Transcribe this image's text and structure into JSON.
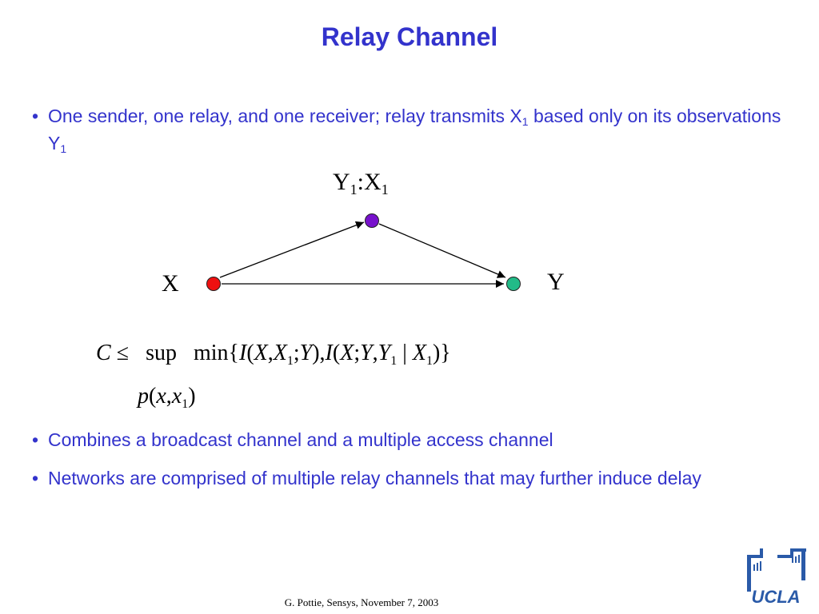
{
  "title": "Relay Channel",
  "bullets": [
    {
      "marker": "•",
      "parts": [
        "One sender, one relay, and one receiver; relay transmits X",
        "1",
        " based only on its observations Y",
        "1"
      ]
    },
    {
      "marker": "•",
      "text": "Combines a broadcast channel and a multiple access channel"
    },
    {
      "marker": "•",
      "text": "Networks are comprised of multiple relay channels that may further induce delay"
    }
  ],
  "diagram": {
    "relay_label": {
      "main1": "Y",
      "sub1": "1",
      "sep": ":",
      "main2": "X",
      "sub2": "1"
    },
    "sender_label": "X",
    "receiver_label": "Y",
    "node_colors": {
      "sender": "#ee1111",
      "relay": "#7711cc",
      "receiver": "#22bb88"
    }
  },
  "formula": {
    "C": "C",
    "leq": "≤",
    "sup": "sup",
    "min": "min",
    "lbrace": "{",
    "I1": "I",
    "p1o": "(",
    "X1": "X",
    "comma1": ",",
    "X2": "X",
    "X2sub": "1",
    "semi1": ";",
    "Y1": "Y",
    "p1c": ")",
    "comma2": ",",
    "I2": "I",
    "p2o": "(",
    "X3": "X",
    "semi2": ";",
    "Y2": "Y",
    "comma3": ",",
    "Y3": "Y",
    "Y3sub": "1",
    "bar": "|",
    "X4": "X",
    "X4sub": "1",
    "p2c": ")",
    "rbrace": "}",
    "under_p": "p",
    "under_open": "(",
    "under_x": "x",
    "under_comma": ",",
    "under_x1": "x",
    "under_x1sub": "1",
    "under_close": ")"
  },
  "footer": "G. Pottie, Sensys, November 7, 2003",
  "logo_text": "UCLA",
  "colors": {
    "accent": "#3333cc",
    "text": "#000000"
  }
}
